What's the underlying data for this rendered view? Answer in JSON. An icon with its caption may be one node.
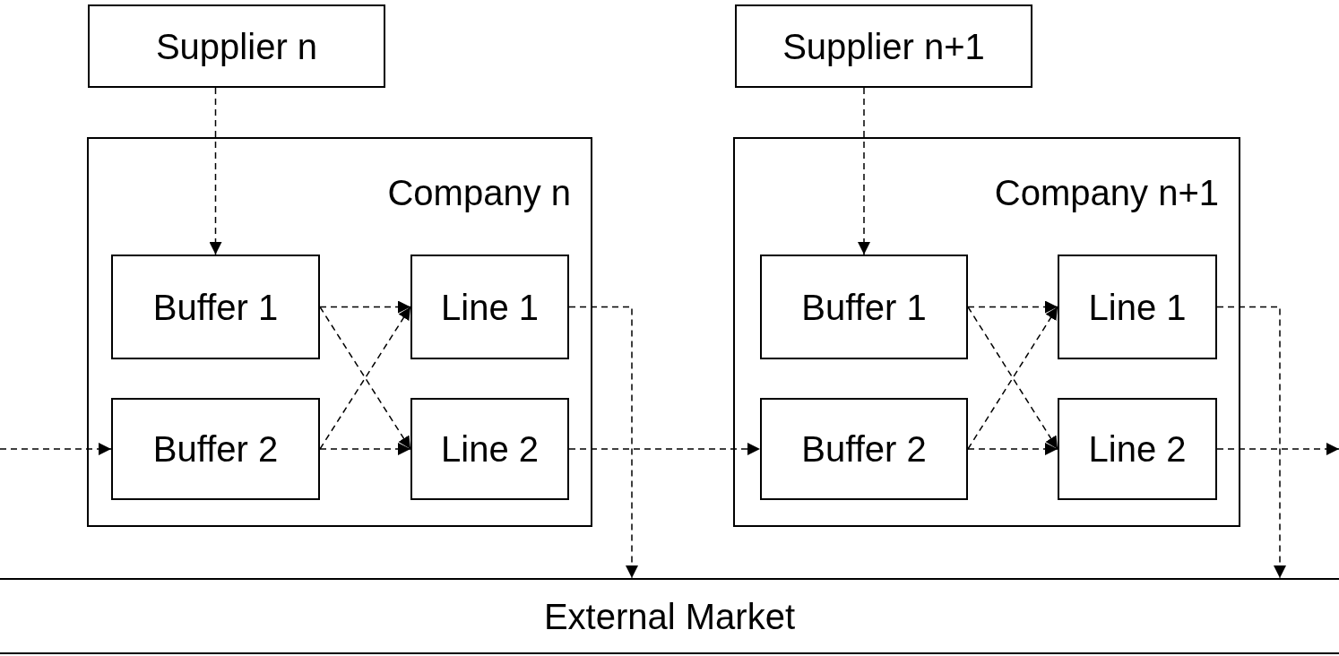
{
  "diagram": {
    "nodes": [
      {
        "text": [
          "Supplier n"
        ]
      },
      {
        "text": [
          "Company n"
        ]
      },
      {
        "text": [
          "Buffer 1"
        ],
        "in": 1
      },
      {
        "text": [
          "Line 1"
        ],
        "in": 1
      },
      {
        "text": [
          "Buffer 2"
        ],
        "in": 1
      },
      {
        "text": [
          "Line 2"
        ],
        "in": 1
      },
      {
        "text": [
          "Supplier n+1"
        ]
      },
      {
        "text": [
          "Company n+1"
        ]
      },
      {
        "text": [
          "Buffer 1"
        ],
        "in": 7
      },
      {
        "text": [
          "Line 1"
        ],
        "in": 7
      },
      {
        "text": [
          "Buffer 2"
        ],
        "in": 7
      },
      {
        "text": [
          "Line 2"
        ],
        "in": 7
      },
      {
        "text": [
          "External Market"
        ]
      }
    ],
    "edges": [
      {
        "from": 0,
        "to": 2,
        "arrow": "to",
        "style": "dashed"
      },
      {
        "from": 2,
        "to": 3,
        "arrow": "to",
        "style": "dashed"
      },
      {
        "from": 2,
        "to": 5,
        "arrow": "to",
        "style": "dashed"
      },
      {
        "from": 4,
        "to": 3,
        "arrow": "to",
        "style": "dashed"
      },
      {
        "from": 4,
        "to": 5,
        "arrow": "to",
        "style": "dashed"
      },
      {
        "from": null,
        "to": 4,
        "arrow": "to",
        "style": "dashed"
      },
      {
        "from": 3,
        "to": 12,
        "arrow": "to",
        "style": "dashed"
      },
      {
        "from": 5,
        "to": 10,
        "arrow": "to",
        "style": "dashed"
      },
      {
        "from": 6,
        "to": 8,
        "arrow": "to",
        "style": "dashed"
      },
      {
        "from": 8,
        "to": 9,
        "arrow": "to",
        "style": "dashed"
      },
      {
        "from": 8,
        "to": 11,
        "arrow": "to",
        "style": "dashed"
      },
      {
        "from": 10,
        "to": 9,
        "arrow": "to",
        "style": "dashed"
      },
      {
        "from": 10,
        "to": 11,
        "arrow": "to",
        "style": "dashed"
      },
      {
        "from": 9,
        "to": 12,
        "arrow": "to",
        "style": "dashed"
      },
      {
        "from": 11,
        "to": null,
        "arrow": "to",
        "style": "dashed"
      }
    ]
  }
}
